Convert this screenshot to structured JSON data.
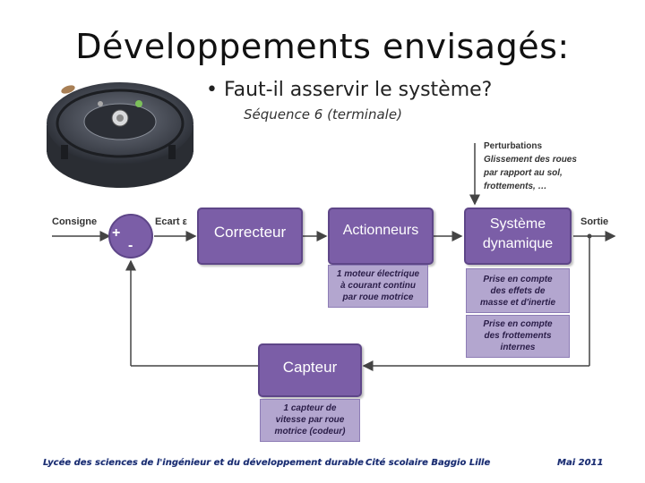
{
  "title": "Développements envisagés:",
  "bullet": "• Faut-il asservir le système?",
  "sequence": "Séquence 6 (terminale)",
  "diagram": {
    "consigne": "Consigne",
    "ecart": "Ecart ε",
    "plus": "+",
    "minus": "-",
    "sortie": "Sortie",
    "perturbations_title": "Perturbations",
    "perturbations_text": [
      "Glissement des roues",
      "par rapport au sol,",
      "frottements, …"
    ],
    "correcteur": "Correcteur",
    "actionneurs": "Actionneurs",
    "systeme": [
      "Système",
      "dynamique"
    ],
    "capteur": "Capteur",
    "actionneurs_note": [
      "1 moteur électrique",
      "à courant continu",
      "par roue motrice"
    ],
    "systeme_note1": [
      "Prise en compte",
      "des effets de",
      "masse et d'inertie"
    ],
    "systeme_note2": [
      "Prise en compte",
      "des frottements",
      "internes"
    ],
    "capteur_note": [
      "1 capteur de",
      "vitesse par roue",
      "motrice (codeur)"
    ]
  },
  "footer": {
    "left": "Lycée des sciences de l'ingénieur et du développement durable",
    "center": "Cité scolaire Baggio Lille",
    "right": "Mai 2011"
  }
}
